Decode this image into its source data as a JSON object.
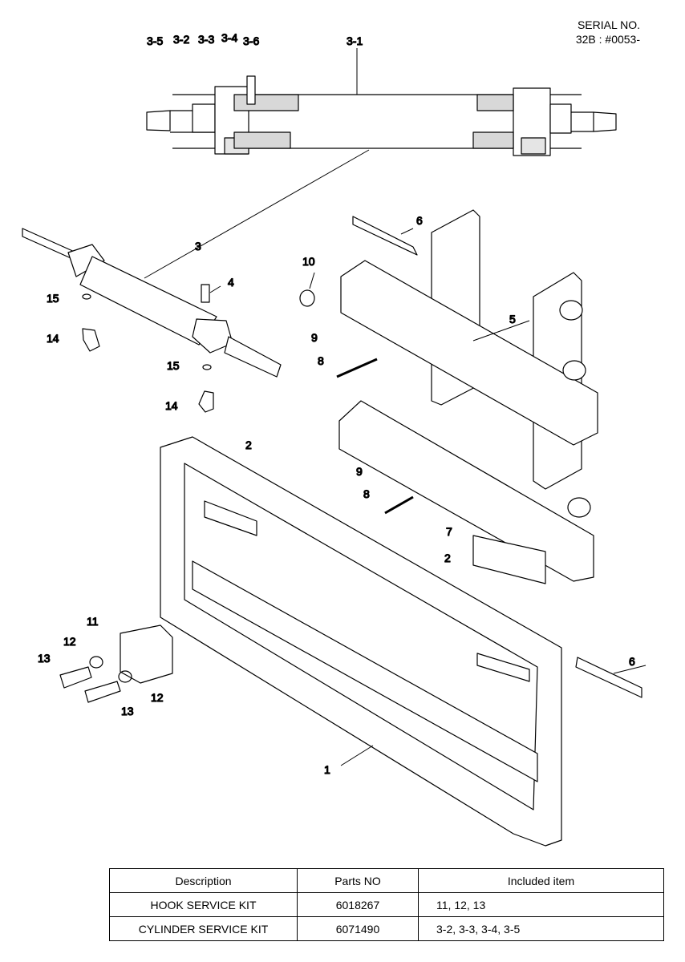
{
  "serial": {
    "line1": "SERIAL NO.",
    "line2": "32B : #0053-"
  },
  "callouts": {
    "c3_5": "3-5",
    "c3_2": "3-2",
    "c3_3": "3-3",
    "c3_4": "3-4",
    "c3_6": "3-6",
    "c3_1": "3-1",
    "c3": "3",
    "c6a": "6",
    "c6b": "6",
    "c10": "10",
    "c4": "4",
    "c5": "5",
    "c15a": "15",
    "c15b": "15",
    "c14a": "14",
    "c14b": "14",
    "c9a": "9",
    "c8a": "8",
    "c9b": "9",
    "c8b": "8",
    "c2a": "2",
    "c2b": "2",
    "c7": "7",
    "c11": "11",
    "c12a": "12",
    "c12b": "12",
    "c13a": "13",
    "c13b": "13",
    "c1": "1"
  },
  "table": {
    "headers": [
      "Description",
      "Parts NO",
      "Included item"
    ],
    "rows": [
      [
        "HOOK SERVICE KIT",
        "6018267",
        "11, 12, 13"
      ],
      [
        "CYLINDER SERVICE KIT",
        "6071490",
        "3-2, 3-3, 3-4, 3-5"
      ]
    ]
  }
}
